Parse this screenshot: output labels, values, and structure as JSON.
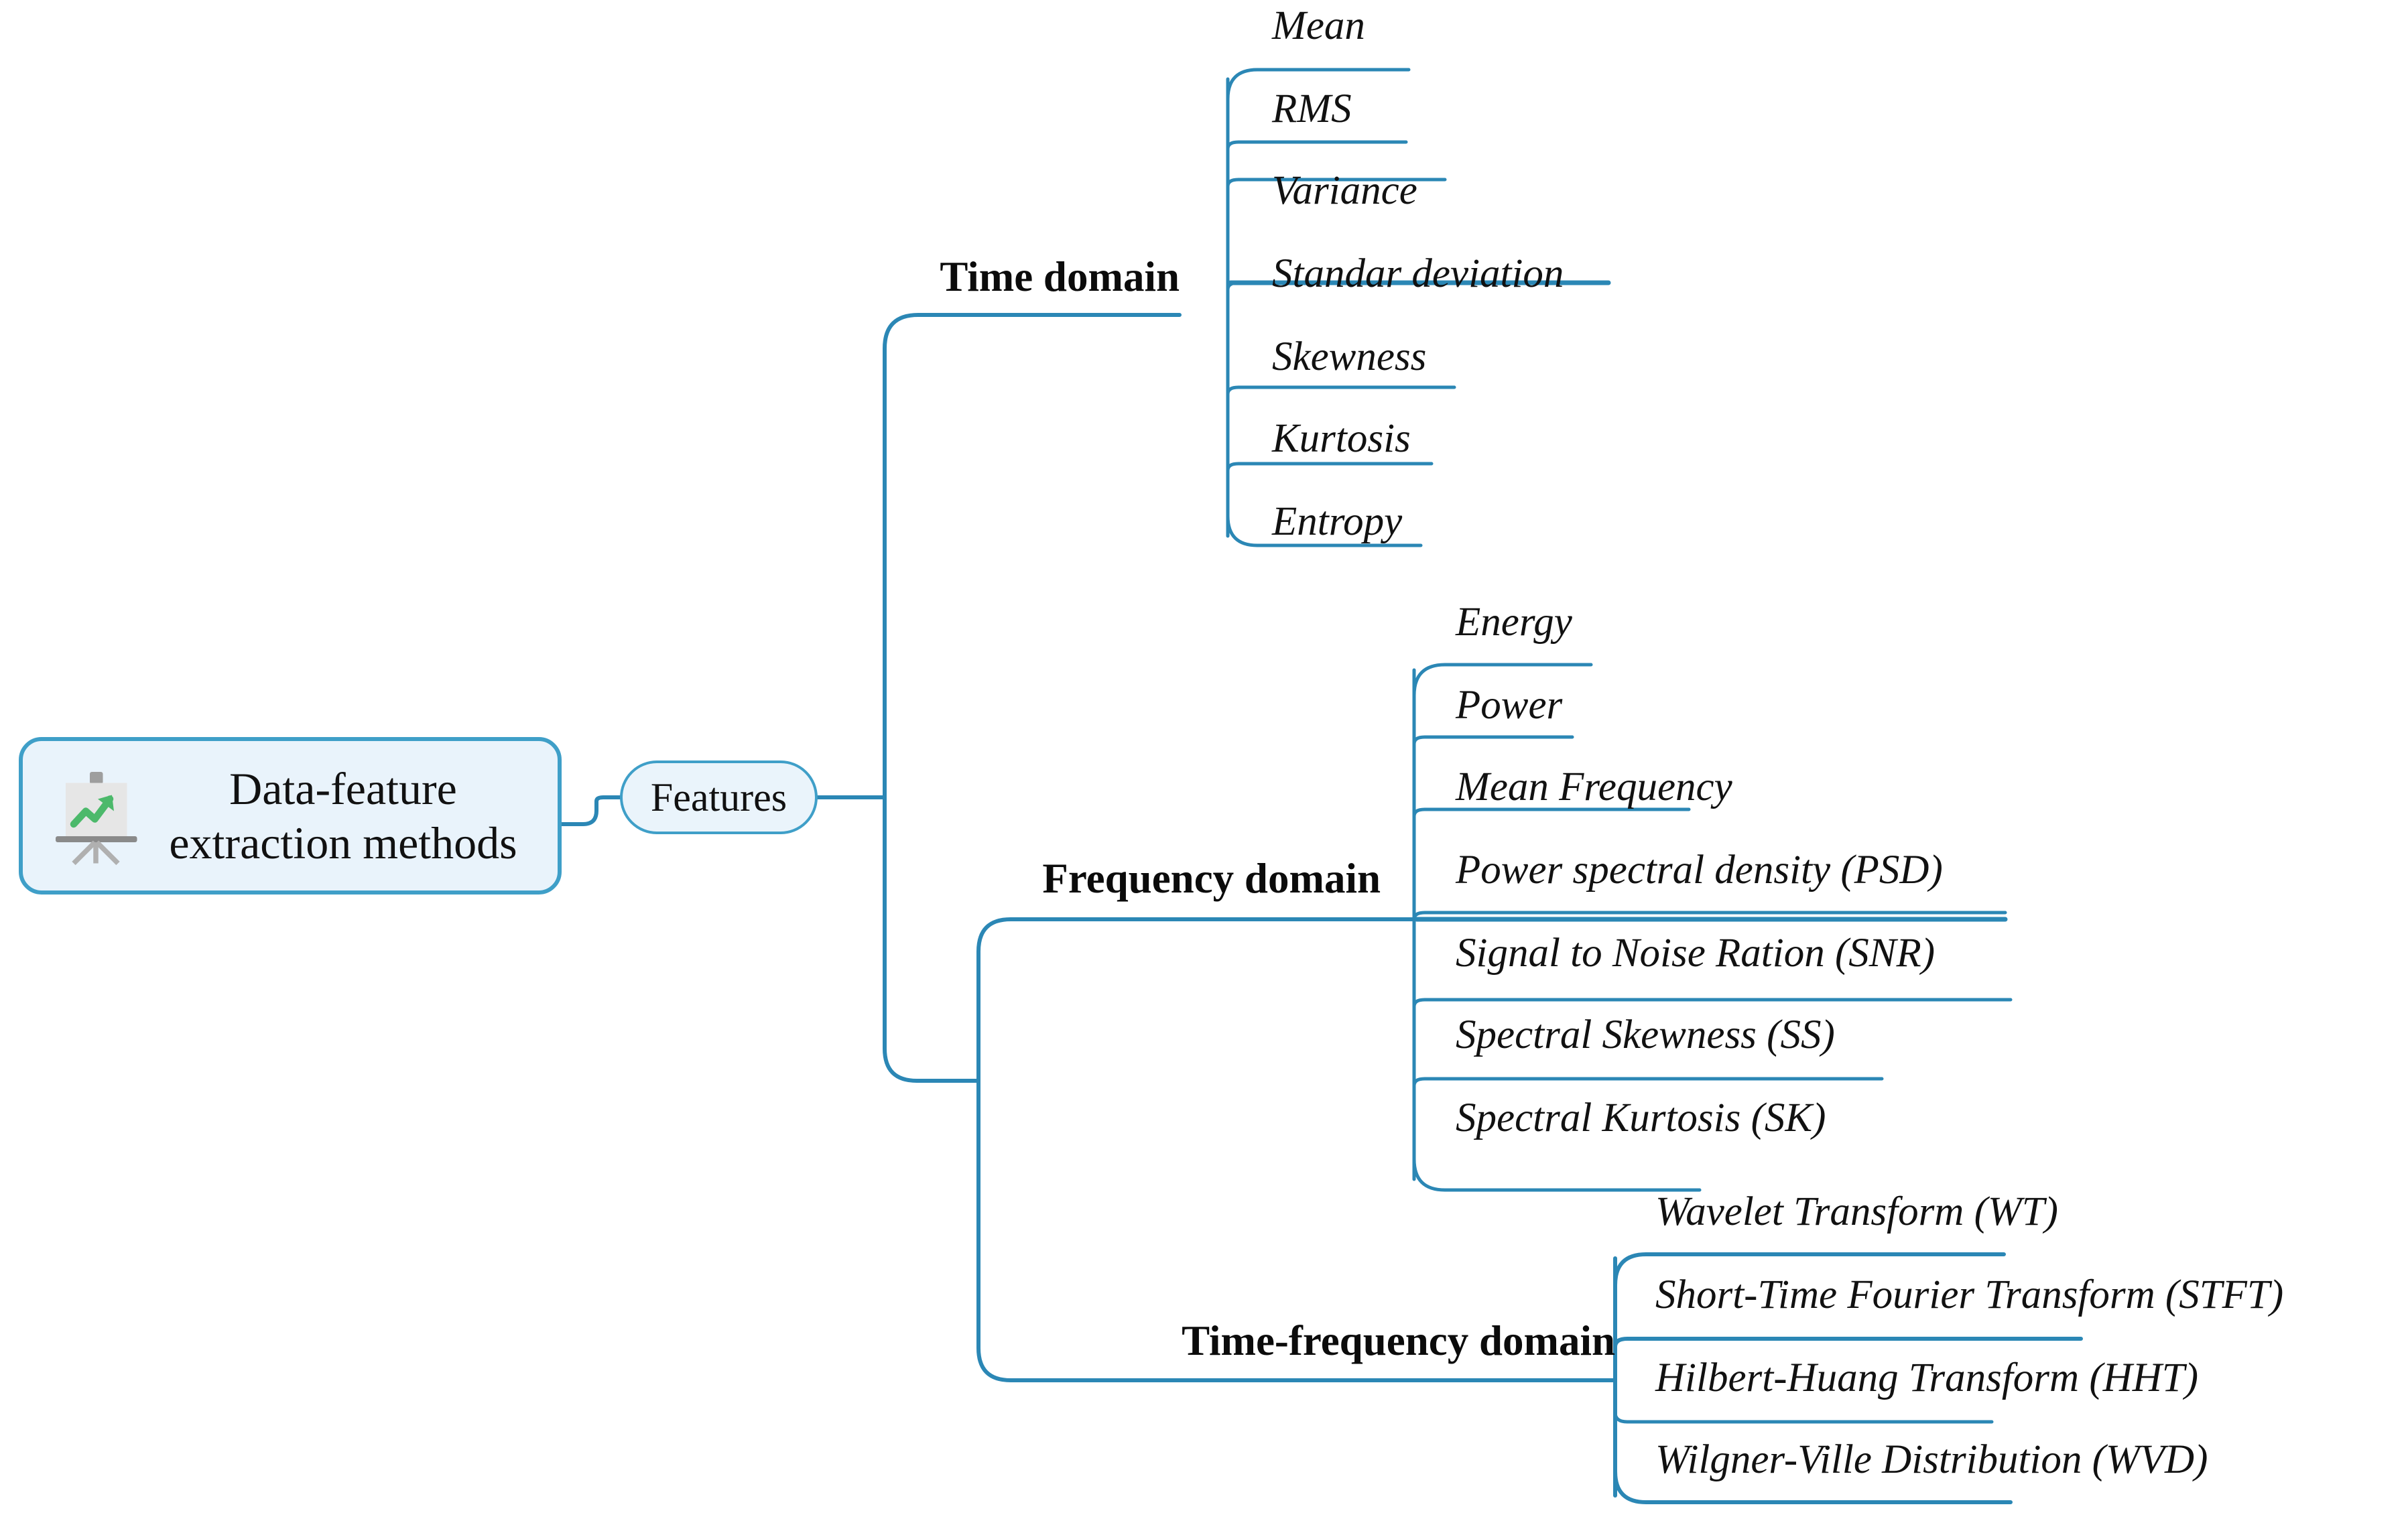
{
  "diagram": {
    "type": "mind-map",
    "root": {
      "label": "Data-feature\nextraction methods",
      "icon": "presentation-chart-icon"
    },
    "hub": {
      "label": "Features"
    },
    "branches": [
      {
        "id": "time-domain",
        "label": "Time domain",
        "leaves": [
          "Mean",
          "RMS",
          "Variance",
          "Standar deviation",
          "Skewness",
          "Kurtosis",
          "Entropy"
        ]
      },
      {
        "id": "frequency-domain",
        "label": "Frequency domain",
        "leaves": [
          "Energy",
          "Power",
          "Mean Frequency",
          "Power spectral density (PSD)",
          "Signal to Noise Ration (SNR)",
          "Spectral Skewness (SS)",
          "Spectral Kurtosis (SK)"
        ]
      },
      {
        "id": "time-frequency-domain",
        "label": "Time-frequency domain",
        "leaves": [
          "Wavelet Transform (WT)",
          "Short-Time Fourier Transform (STFT)",
          "Hilbert-Huang Transform (HHT)",
          "Wilgner-Ville Distribution (WVD)"
        ]
      }
    ],
    "colors": {
      "connector": "#2b87b5",
      "node_border": "#3f9fc8",
      "node_fill": "#e9f3fb",
      "text": "#111111",
      "icon_accent": "#4cb96b",
      "background": "#ffffff"
    }
  }
}
